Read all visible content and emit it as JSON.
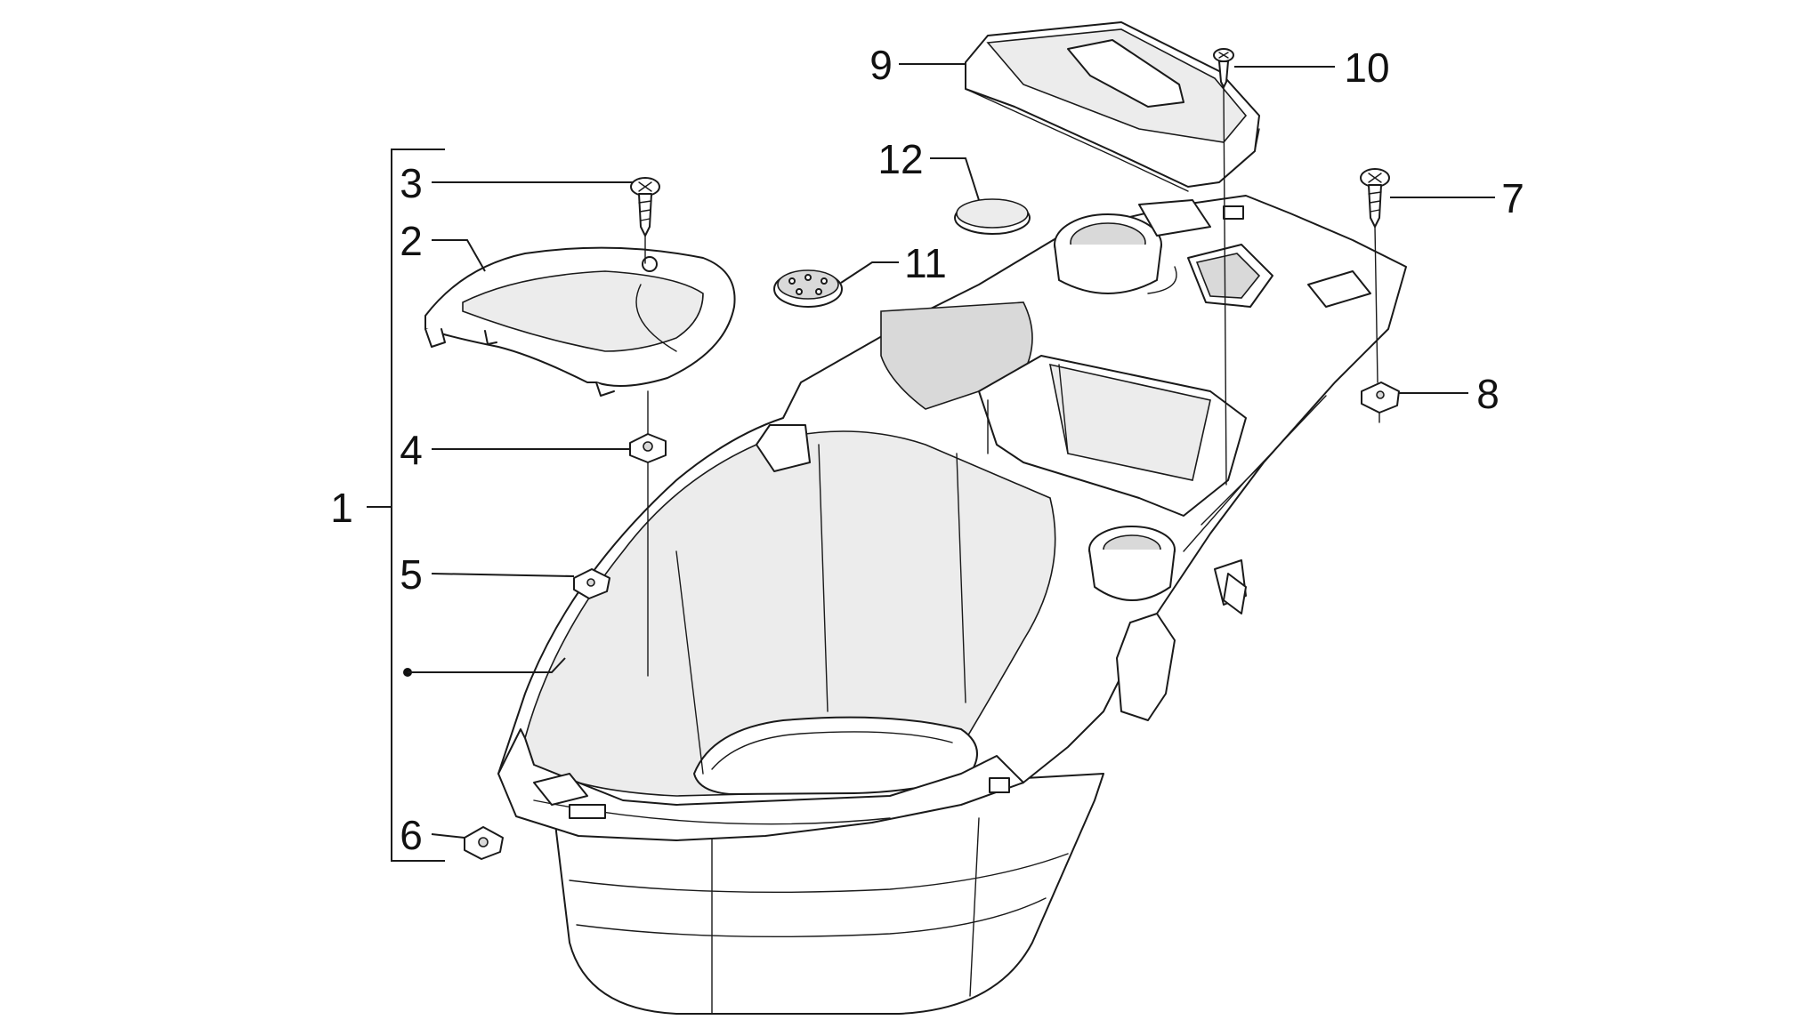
{
  "callouts": [
    {
      "id": "1",
      "label": "1"
    },
    {
      "id": "2",
      "label": "2"
    },
    {
      "id": "3",
      "label": "3"
    },
    {
      "id": "4",
      "label": "4"
    },
    {
      "id": "5",
      "label": "5"
    },
    {
      "id": "6",
      "label": "6"
    },
    {
      "id": "7",
      "label": "7"
    },
    {
      "id": "8",
      "label": "8"
    },
    {
      "id": "9",
      "label": "9"
    },
    {
      "id": "10",
      "label": "10"
    },
    {
      "id": "11",
      "label": "11"
    },
    {
      "id": "12",
      "label": "12"
    }
  ],
  "colors": {
    "line": "#1a1a1a",
    "shade": "#d9d9d9",
    "background": "#ffffff"
  }
}
